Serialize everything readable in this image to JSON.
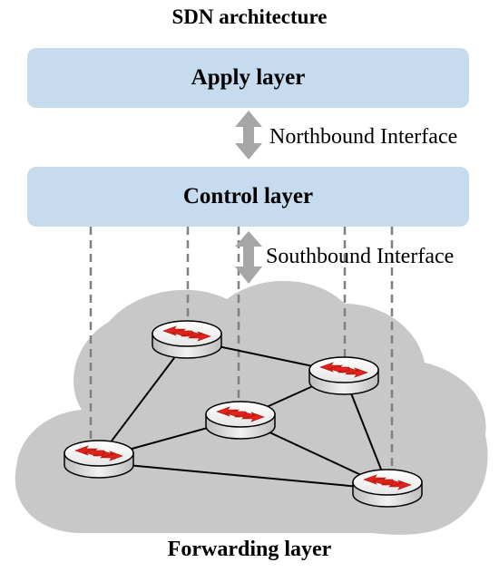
{
  "title": "SDN architecture",
  "layers": {
    "apply": "Apply layer",
    "control": "Control layer",
    "forwarding": "Forwarding layer"
  },
  "interfaces": {
    "northbound": "Northbound Interface",
    "southbound": "Southbound Interface"
  },
  "colors": {
    "layer_fill": "#c6dcee",
    "cloud_fill": "#c8c8c8",
    "arrow": "#a6a6a6",
    "dashed_line": "#808080",
    "router_arrow": "#e2231a"
  },
  "routers": [
    "router-top-left",
    "router-right",
    "router-center",
    "router-bottom-left",
    "router-bottom-right"
  ],
  "links": [
    [
      "router-top-left",
      "router-right"
    ],
    [
      "router-top-left",
      "router-bottom-left"
    ],
    [
      "router-center",
      "router-right"
    ],
    [
      "router-center",
      "router-bottom-left"
    ],
    [
      "router-center",
      "router-bottom-right"
    ],
    [
      "router-right",
      "router-bottom-right"
    ],
    [
      "router-bottom-left",
      "router-bottom-right"
    ]
  ]
}
